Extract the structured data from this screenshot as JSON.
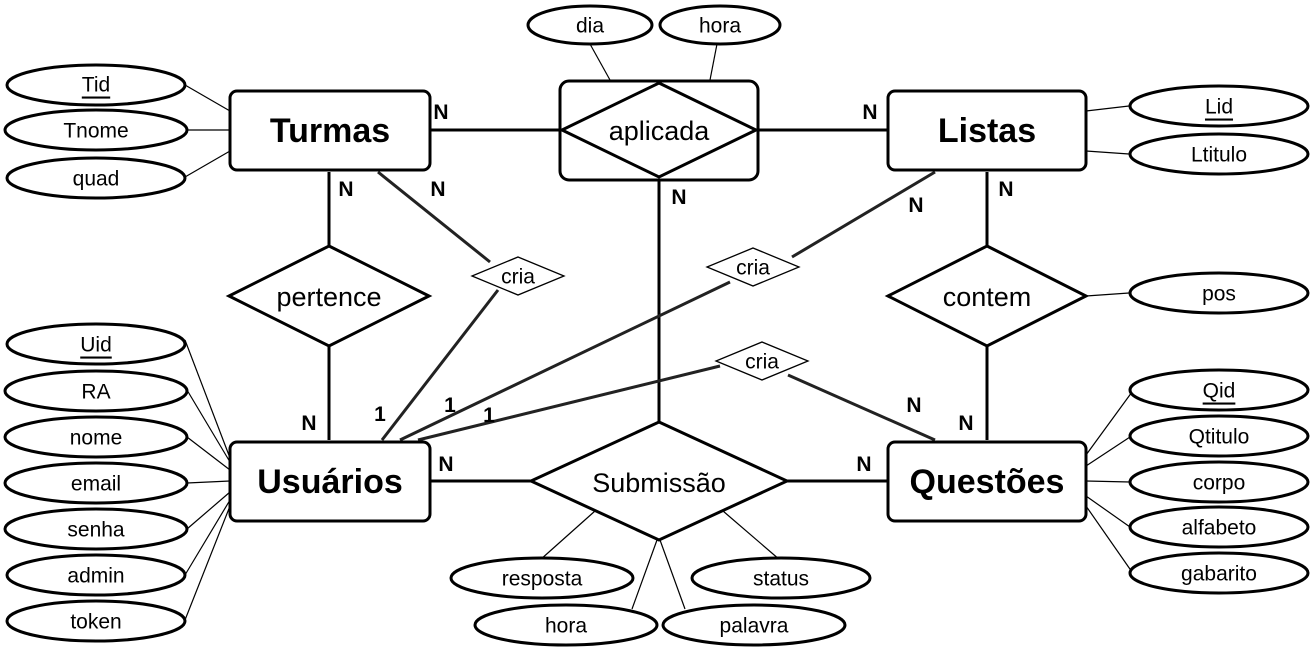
{
  "entities": {
    "turmas": "Turmas",
    "listas": "Listas",
    "usuarios": "Usuários",
    "questoes": "Questões",
    "aplicada": "aplicada"
  },
  "relationships": {
    "pertence": "pertence",
    "contem": "contem",
    "submissao": "Submissão",
    "cria_turmas": "cria",
    "cria_listas": "cria",
    "cria_questoes": "cria"
  },
  "attributes": {
    "turmas": [
      "Tid",
      "Tnome",
      "quad"
    ],
    "aplicada": [
      "dia",
      "hora"
    ],
    "listas": [
      "Lid",
      "Ltitulo"
    ],
    "contem": [
      "pos"
    ],
    "usuarios": [
      "Uid",
      "RA",
      "nome",
      "email",
      "senha",
      "admin",
      "token"
    ],
    "questoes": [
      "Qid",
      "Qtitulo",
      "corpo",
      "alfabeto",
      "gabarito"
    ],
    "submissao": [
      "resposta",
      "status",
      "hora",
      "palavra"
    ]
  },
  "cardinalities": {
    "turmas_aplicada": "N",
    "aplicada_listas": "N",
    "aplicada_down": "N",
    "turmas_pertence": "N",
    "turmas_cria": "N",
    "listas_cria": "N",
    "listas_contem": "N",
    "usuarios_pertence": "N",
    "usuarios_cria_turmas": "1",
    "usuarios_cria_listas": "1",
    "usuarios_cria_questoes": "1",
    "questoes_cria": "N",
    "questoes_contem": "N",
    "usuarios_submissao": "N",
    "questoes_submissao": "N"
  }
}
